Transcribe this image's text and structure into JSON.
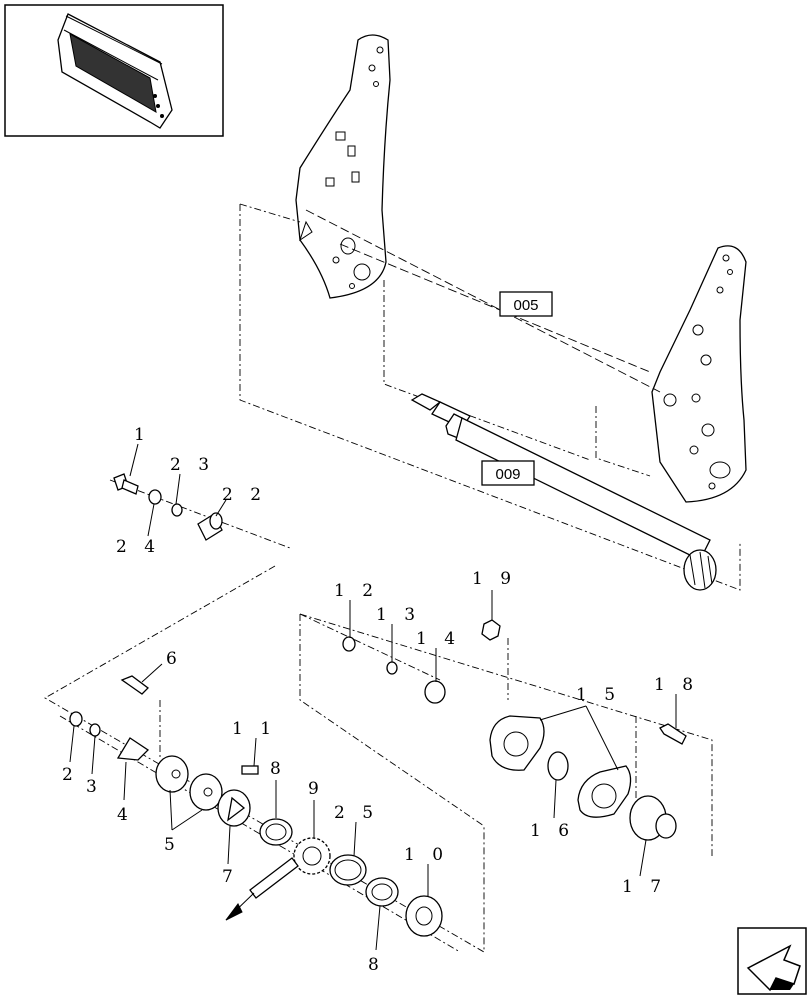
{
  "reference_boxes": [
    "005",
    "009"
  ],
  "callouts": {
    "c1": "1",
    "c23": "2 3",
    "c22": "2 2",
    "c24": "2 4",
    "c12": "1 2",
    "c13": "1 3",
    "c14": "1 4",
    "c19": "1 9",
    "c6": "6",
    "c11": "1 1",
    "c15": "1 5",
    "c18": "1 8",
    "c2": "2",
    "c3": "3",
    "c4": "4",
    "c5": "5",
    "c7": "7",
    "c8a": "8",
    "c9": "9",
    "c25": "2 5",
    "c10": "1 0",
    "c16": "1 6",
    "c17": "1 7",
    "c8b": "8"
  },
  "icons": [
    "thumbnail-view-icon",
    "next-page-arrow-icon"
  ]
}
